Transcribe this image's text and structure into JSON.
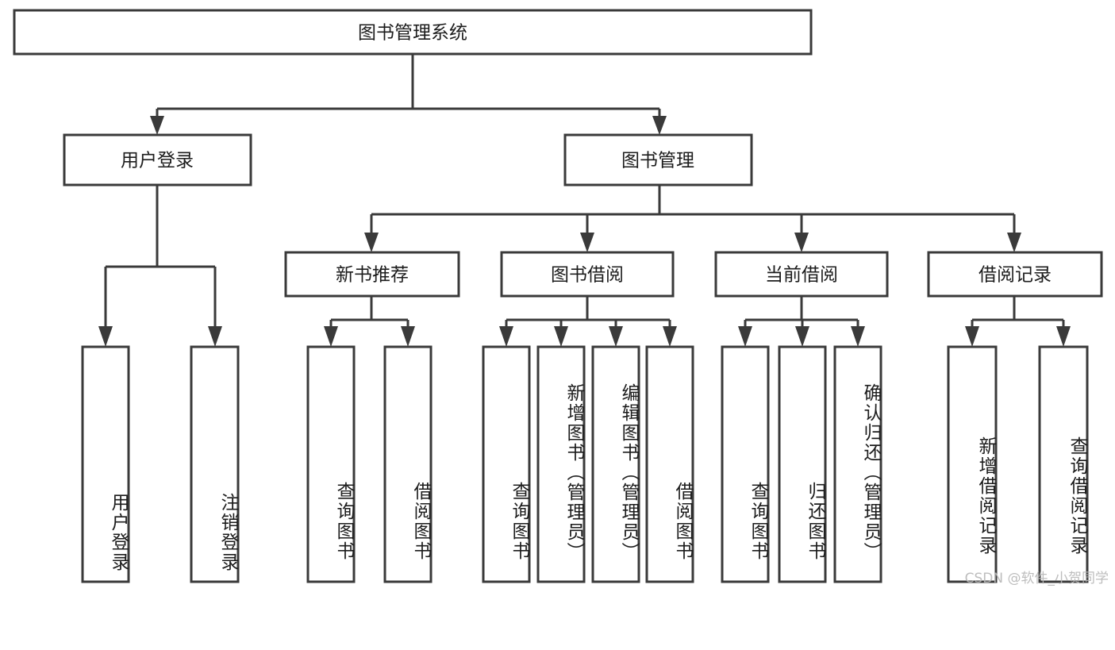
{
  "diagram": {
    "title": "图书管理系统",
    "type": "tree-hierarchy-chart",
    "background_color": "#ffffff",
    "line_color": "#3a3a3a",
    "text_color": "#1c1c1c"
  },
  "root": {
    "label": "图书管理系统"
  },
  "level2": [
    {
      "id": "user-login",
      "label": "用户登录"
    },
    {
      "id": "book-management",
      "label": "图书管理"
    }
  ],
  "level3": [
    {
      "id": "new-book-recommend",
      "label": "新书推荐"
    },
    {
      "id": "book-borrow",
      "label": "图书借阅"
    },
    {
      "id": "current-borrow",
      "label": "当前借阅"
    },
    {
      "id": "borrow-record",
      "label": "借阅记录"
    }
  ],
  "leaves": {
    "user_login": [
      {
        "id": "leaf-user-login",
        "label": "用户登录"
      },
      {
        "id": "leaf-logout",
        "label": "注销登录"
      }
    ],
    "new_book_recommend": [
      {
        "id": "leaf-query-book-1",
        "label": "查询图书"
      },
      {
        "id": "leaf-borrow-book-1",
        "label": "借阅图书"
      }
    ],
    "book_borrow": [
      {
        "id": "leaf-query-book-2",
        "label": "查询图书"
      },
      {
        "id": "leaf-add-book",
        "label": "新增图书（管理员）"
      },
      {
        "id": "leaf-edit-book",
        "label": "编辑图书（管理员）"
      },
      {
        "id": "leaf-borrow-book-2",
        "label": "借阅图书"
      }
    ],
    "current_borrow": [
      {
        "id": "leaf-query-book-3",
        "label": "查询图书"
      },
      {
        "id": "leaf-return-book",
        "label": "归还图书"
      },
      {
        "id": "leaf-confirm-return",
        "label": "确认归还（管理员）"
      }
    ],
    "borrow_record": [
      {
        "id": "leaf-add-record",
        "label": "新增借阅记录"
      },
      {
        "id": "leaf-query-record",
        "label": "查询借阅记录"
      }
    ]
  },
  "watermark": {
    "text": "CSDN @软件_小贺同学"
  }
}
